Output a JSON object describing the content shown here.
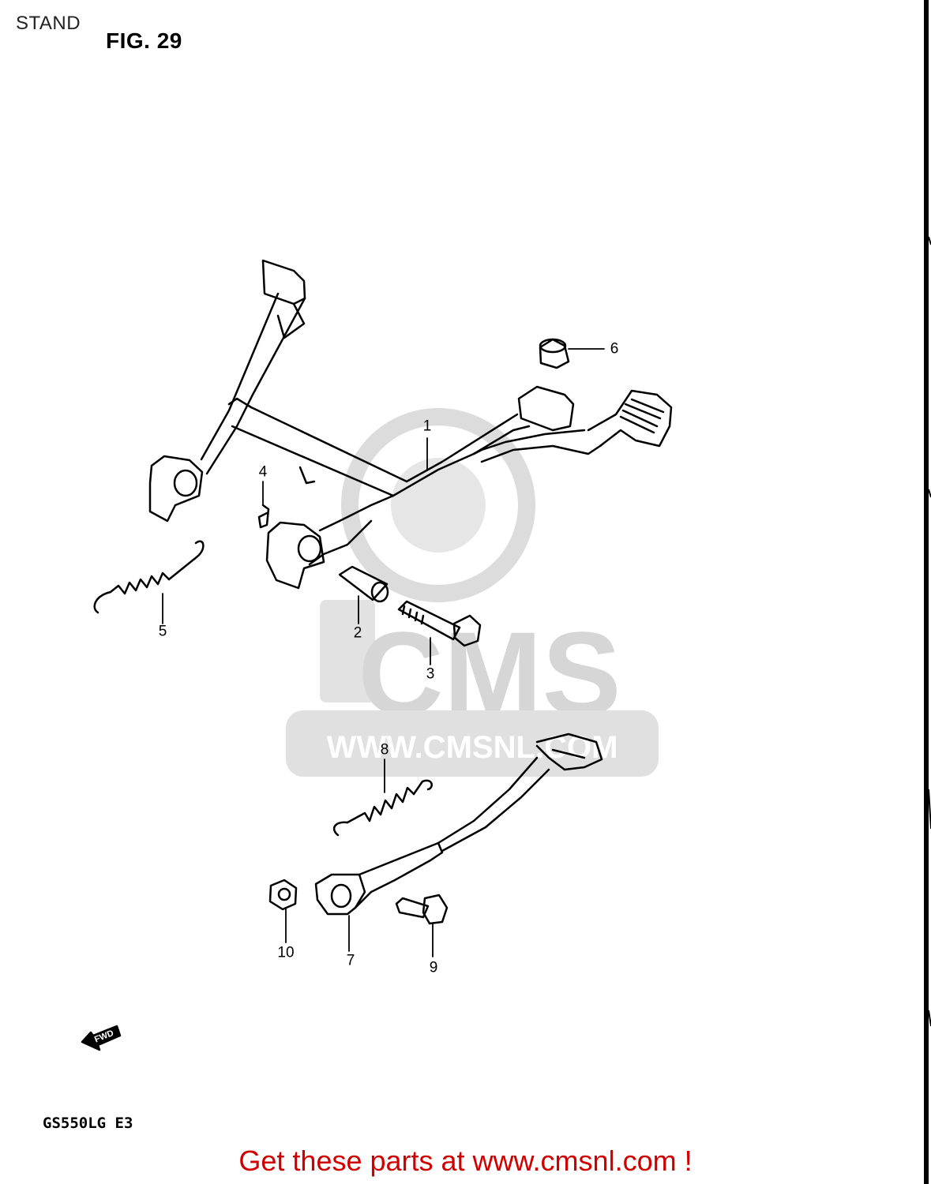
{
  "header": {
    "section_title": "STAND",
    "figure_label": "FIG. 29"
  },
  "watermark": {
    "brand": "CMS",
    "url": "WWW.CMSNL.COM",
    "color": "#d9d9d9"
  },
  "direction_arrow": {
    "label": "FWD"
  },
  "model_code": "GS550LG  E3",
  "callouts": [
    {
      "id": "part-1",
      "number": "1"
    },
    {
      "id": "part-2",
      "number": "2"
    },
    {
      "id": "part-3",
      "number": "3"
    },
    {
      "id": "part-4",
      "number": "4"
    },
    {
      "id": "part-5",
      "number": "5"
    },
    {
      "id": "part-6",
      "number": "6"
    },
    {
      "id": "part-7",
      "number": "7"
    },
    {
      "id": "part-8",
      "number": "8"
    },
    {
      "id": "part-9",
      "number": "9"
    },
    {
      "id": "part-10",
      "number": "10"
    }
  ],
  "footer": {
    "cta_text": "Get these parts at www.cmsnl.com !",
    "cta_color": "#d10000"
  }
}
